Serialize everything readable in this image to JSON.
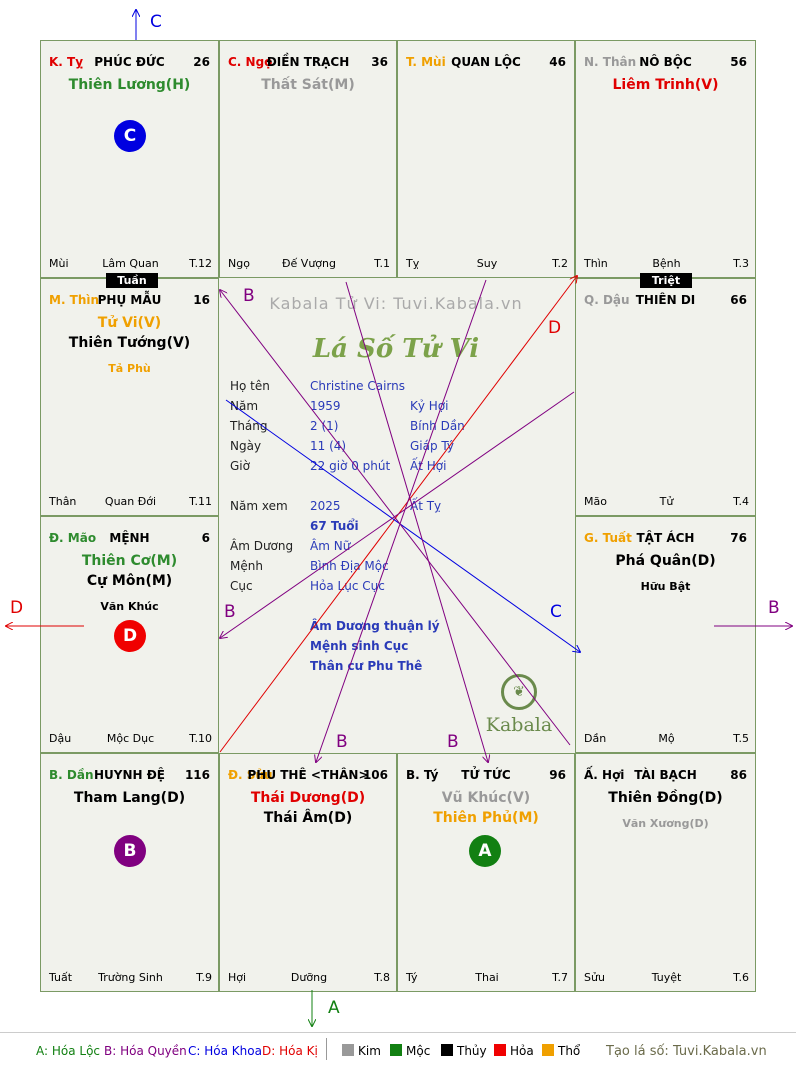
{
  "palaces": [
    {
      "id": "ky",
      "can": "K. Tỵ",
      "can_color": "#e00000",
      "name": "PHÚC ĐỨC",
      "num": "26",
      "major": [
        {
          "text": "Thiên Lương(H)",
          "color": "#2e8b2e"
        }
      ],
      "minor": [],
      "foot_left": "Mùi",
      "foot_center": "Lâm Quan",
      "foot_right": "T.12"
    },
    {
      "id": "cngo",
      "can": "C. Ngọ",
      "can_color": "#e00000",
      "name": "ĐIỀN TRẠCH",
      "num": "36",
      "major": [
        {
          "text": "Thất Sát(M)",
          "color": "#999999"
        }
      ],
      "minor": [],
      "foot_left": "Ngọ",
      "foot_center": "Đế Vượng",
      "foot_right": "T.1"
    },
    {
      "id": "tmui",
      "can": "T. Mùi",
      "can_color": "#f0a000",
      "name": "QUAN LỘC",
      "num": "46",
      "major": [],
      "minor": [],
      "foot_left": "Tỵ",
      "foot_center": "Suy",
      "foot_right": "T.2"
    },
    {
      "id": "nthan",
      "can": "N. Thân",
      "can_color": "#999999",
      "name": "NÔ BỘC",
      "num": "56",
      "major": [
        {
          "text": "Liêm Trinh(V)",
          "color": "#e00000"
        }
      ],
      "minor": [],
      "foot_left": "Thìn",
      "foot_center": "Bệnh",
      "foot_right": "T.3"
    },
    {
      "id": "mthin",
      "can": "M. Thìn",
      "can_color": "#f0a000",
      "name": "PHỤ MẪU",
      "num": "16",
      "major": [
        {
          "text": "Tử Vi(V)",
          "color": "#f0a000"
        },
        {
          "text": "Thiên Tướng(V)",
          "color": "#000000"
        }
      ],
      "minor": [
        {
          "text": "Tả Phù",
          "color": "#f0a000"
        }
      ],
      "foot_left": "Thân",
      "foot_center": "Quan Đới",
      "foot_right": "T.11"
    },
    {
      "id": "qdau",
      "can": "Q. Dậu",
      "can_color": "#999999",
      "name": "THIÊN DI",
      "num": "66",
      "major": [],
      "minor": [],
      "foot_left": "Mão",
      "foot_center": "Tử",
      "foot_right": "T.4"
    },
    {
      "id": "dmao",
      "can": "Đ. Mão",
      "can_color": "#2e8b2e",
      "name": "MỆNH",
      "num": "6",
      "major": [
        {
          "text": "Thiên Cơ(M)",
          "color": "#2e8b2e"
        },
        {
          "text": "Cự Môn(M)",
          "color": "#000000"
        }
      ],
      "minor": [
        {
          "text": "Văn Khúc",
          "color": "#000000"
        }
      ],
      "foot_left": "Dậu",
      "foot_center": "Mộc Dục",
      "foot_right": "T.10"
    },
    {
      "id": "gtuat",
      "can": "G. Tuất",
      "can_color": "#f0a000",
      "name": "TẬT ÁCH",
      "num": "76",
      "major": [
        {
          "text": "Phá Quân(D)",
          "color": "#000000"
        }
      ],
      "minor": [
        {
          "text": "Hữu Bật",
          "color": "#000000"
        }
      ],
      "foot_left": "Dần",
      "foot_center": "Mộ",
      "foot_right": "T.5"
    },
    {
      "id": "bdan",
      "can": "B. Dần",
      "can_color": "#2e8b2e",
      "name": "HUYNH ĐỆ",
      "num": "116",
      "major": [
        {
          "text": "Tham Lang(D)",
          "color": "#000000"
        }
      ],
      "minor": [],
      "foot_left": "Tuất",
      "foot_center": "Trường Sinh",
      "foot_right": "T.9"
    },
    {
      "id": "dsuu",
      "can": "Đ. Sửu",
      "can_color": "#f0a000",
      "name": "PHU THÊ <THÂN>",
      "num": "106",
      "major": [
        {
          "text": "Thái Dương(D)",
          "color": "#e00000"
        },
        {
          "text": "Thái Âm(D)",
          "color": "#000000"
        }
      ],
      "minor": [],
      "foot_left": "Hợi",
      "foot_center": "Dưỡng",
      "foot_right": "T.8"
    },
    {
      "id": "bty",
      "can": "B. Tý",
      "can_color": "#000000",
      "name": "TỬ TỨC",
      "num": "96",
      "major": [
        {
          "text": "Vũ Khúc(V)",
          "color": "#999999"
        },
        {
          "text": "Thiên Phủ(M)",
          "color": "#f0a000"
        }
      ],
      "minor": [],
      "foot_left": "Tý",
      "foot_center": "Thai",
      "foot_right": "T.7"
    },
    {
      "id": "ahoi",
      "can": "Ấ. Hợi",
      "can_color": "#000000",
      "name": "TÀI BẠCH",
      "num": "86",
      "major": [
        {
          "text": "Thiên Đồng(D)",
          "color": "#000000"
        }
      ],
      "minor": [
        {
          "text": "Văn Xương(D)",
          "color": "#999999"
        }
      ],
      "foot_left": "Sửu",
      "foot_center": "Tuyệt",
      "foot_right": "T.6"
    }
  ],
  "tags": {
    "tuan": "Tuần",
    "triet": "Triệt"
  },
  "badges": [
    {
      "id": "c",
      "letter": "C",
      "color": "#0000e0"
    },
    {
      "id": "d",
      "letter": "D",
      "color": "#f00000"
    },
    {
      "id": "b",
      "letter": "B",
      "color": "#800080"
    },
    {
      "id": "a",
      "letter": "A",
      "color": "#128012"
    }
  ],
  "center": {
    "site_title": "Kabala Tử Vi: Tuvi.Kabala.vn",
    "logo": "Lá Số Tử Vi",
    "name_label": "Họ tên",
    "name_value": "Christine Cairns",
    "year_label": "Năm",
    "year_value": "1959",
    "year_cc": "Kỷ Hợi",
    "month_label": "Tháng",
    "month_value": "2  (1)",
    "month_cc": "Bính Dần",
    "day_label": "Ngày",
    "day_value": "11  (4)",
    "day_cc": "Giáp Tý",
    "hour_label": "Giờ",
    "hour_value": "22 giờ 0 phút",
    "hour_cc": "Ất Hợi",
    "view_label": "Năm xem",
    "view_value": "2025",
    "view_cc": "Ất Tỵ",
    "age": "67 Tuổi",
    "amduong_label": "Âm Dương",
    "amduong_value": "Âm Nữ",
    "menh_label": "Mệnh",
    "menh_value": "Bình Địa Mộc",
    "cuc_label": "Cục",
    "cuc_value": "Hỏa Lục Cục",
    "note1": "Âm Dương thuận lý",
    "note2": "Mệnh sinh Cục",
    "note3": "Thân cư Phu Thê",
    "kabala": "Kabala"
  },
  "axis_labels": {
    "top": "C",
    "left": "D",
    "right": "B",
    "bottom": "A"
  },
  "line_labels": {
    "b1": "B",
    "d1": "D",
    "b2": "B",
    "c1": "C",
    "b3": "B",
    "b4": "B"
  },
  "legend": {
    "a": "A: Hóa Lộc",
    "b": "B: Hóa Quyền",
    "c": "C: Hóa Khoa",
    "d": "D: Hóa Kị",
    "kim": "Kim",
    "moc": "Mộc",
    "thuy": "Thủy",
    "hoa": "Hỏa",
    "tho": "Thổ",
    "site": "Tạo lá số: Tuvi.Kabala.vn",
    "colors": {
      "kim": "#999999",
      "moc": "#128012",
      "thuy": "#000000",
      "hoa": "#f00000",
      "tho": "#f0a000"
    }
  }
}
